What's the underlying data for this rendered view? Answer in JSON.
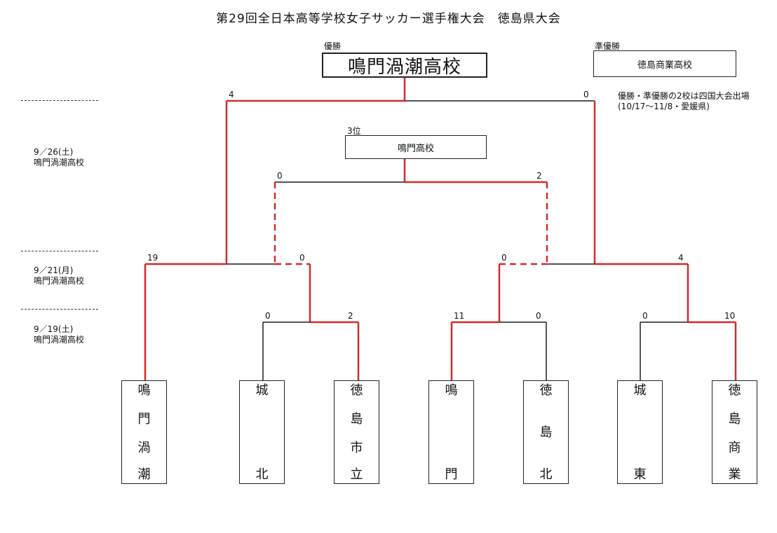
{
  "title": "第29回全日本高等学校女子サッカー選手権大会　徳島県大会",
  "results": {
    "winner_label": "優勝",
    "winner": "鳴門渦潮高校",
    "runner_up_label": "準優勝",
    "runner_up": "徳島商業高校",
    "third_label": "3位",
    "third": "鳴門高校",
    "note_line1": "優勝・準優勝の2校は四国大会出場",
    "note_line2": "(10/17〜11/8・愛媛県)"
  },
  "rounds": [
    {
      "date": "9／26(土)",
      "venue": "鳴門渦潮高校"
    },
    {
      "date": "9／21(月)",
      "venue": "鳴門渦潮高校"
    },
    {
      "date": "9／19(土)",
      "venue": "鳴門渦潮高校"
    }
  ],
  "scores": {
    "final_left": "4",
    "final_right": "0",
    "third_left": "0",
    "third_right": "2",
    "sf1_left": "19",
    "sf1_right": "0",
    "sf2_left": "0",
    "sf2_right": "4",
    "qf1_left": "0",
    "qf1_right": "2",
    "qf2_left": "11",
    "qf2_right": "0",
    "qf3_left": "0",
    "qf3_right": "10"
  },
  "teams": [
    {
      "chars": [
        "鳴",
        "門",
        "渦",
        "潮"
      ]
    },
    {
      "chars": [
        "城",
        "北"
      ]
    },
    {
      "chars": [
        "徳",
        "島",
        "市",
        "立"
      ]
    },
    {
      "chars": [
        "鳴",
        "門"
      ]
    },
    {
      "chars": [
        "徳",
        "島",
        "北"
      ]
    },
    {
      "chars": [
        "城",
        "東"
      ]
    },
    {
      "chars": [
        "徳",
        "島",
        "商",
        "業"
      ]
    }
  ],
  "colors": {
    "win": "#d42a2a",
    "line": "#1a1a1a"
  }
}
